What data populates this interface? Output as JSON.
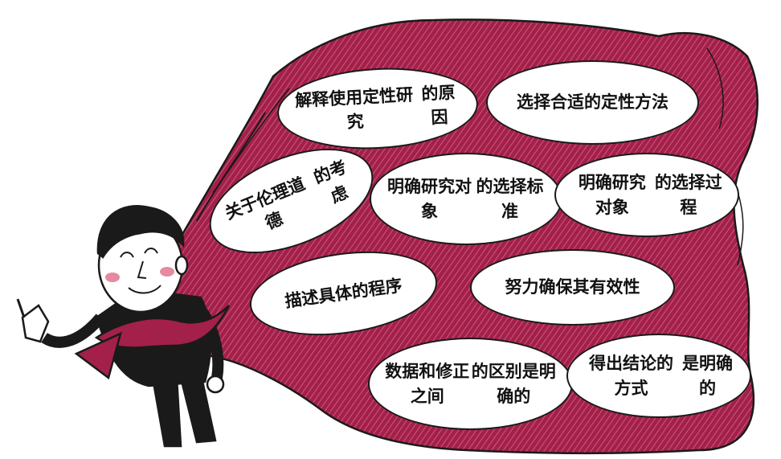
{
  "colors": {
    "cape": "#a3204a",
    "cape_light": "#c95a7a",
    "ink": "#1a1a1a",
    "skin": "#ffffff",
    "blush": "#e58aa0"
  },
  "illustration": {
    "figure": "man-with-red-cape-thumbs-up"
  },
  "bubbles": [
    {
      "lines": [
        "解释使用定性研究",
        "的原因"
      ]
    },
    {
      "lines": [
        "选择合适的定性方法"
      ]
    },
    {
      "lines": [
        "关于伦理道德",
        "的考虑"
      ]
    },
    {
      "lines": [
        "明确研究对象",
        "的选择标准"
      ]
    },
    {
      "lines": [
        "明确研究对象",
        "的选择过程"
      ]
    },
    {
      "lines": [
        "描述具体的程序"
      ]
    },
    {
      "lines": [
        "努力确保其有效性"
      ]
    },
    {
      "lines": [
        "数据和修正之间",
        "的区别是明确的"
      ]
    },
    {
      "lines": [
        "得出结论的方式",
        "是明确的"
      ]
    }
  ]
}
